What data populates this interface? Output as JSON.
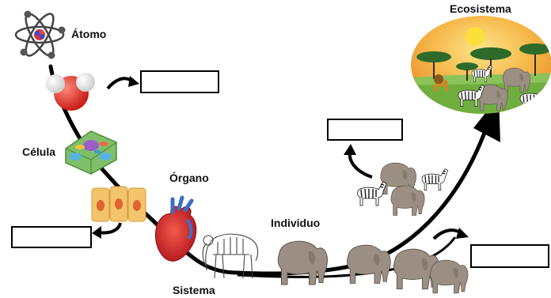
{
  "labels": {
    "atom": "Átomo",
    "cell": "Célula",
    "organ": "Órgano",
    "system": "Sistema",
    "individual": "Individuo",
    "ecosystem": "Ecosistema"
  },
  "answer_boxes": [
    "",
    "",
    "",
    ""
  ],
  "icons": [
    "atom-icon",
    "molecule-icon",
    "cell-icon",
    "tissue-icon",
    "heart-organ-icon",
    "elephant-skeleton-icon",
    "elephant-icon",
    "elephant-herd-icon",
    "zebra-and-elephant-community-icon",
    "savanna-ecosystem-icon",
    "curved-arrow-icon"
  ],
  "colors": {
    "path": "#000000",
    "molecule_red": "#e53a2f",
    "cell_green": "#8fc67a",
    "tissue_orange": "#f3c46b",
    "heart_red": "#d7262b",
    "elephant_gray": "#9a8f82",
    "sky_orange": "#f4b23a",
    "sun_yellow": "#fbe03a"
  }
}
